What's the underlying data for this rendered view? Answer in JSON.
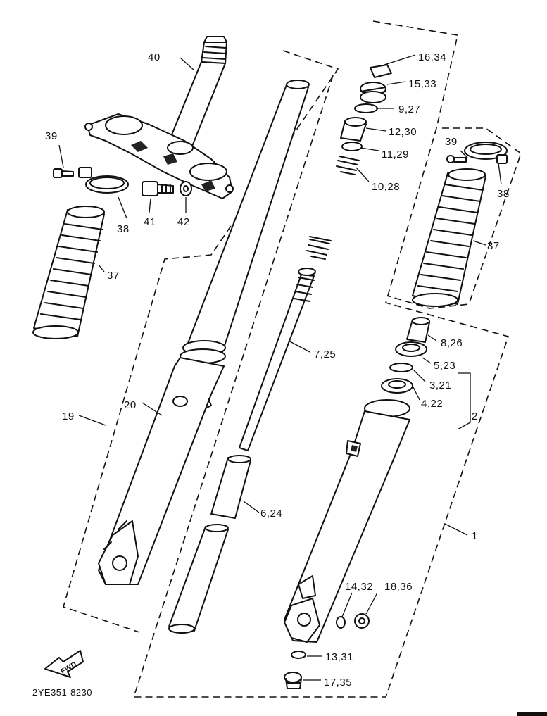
{
  "diagram_code": "2YE351-8230",
  "fwd_label": "FWD",
  "callouts": {
    "c40": "40",
    "c39_left": "39",
    "c41": "41",
    "c42": "42",
    "c38_left": "38",
    "c37_left": "37",
    "c19": "19",
    "c20": "20",
    "c16_34": "16,34",
    "c15_33": "15,33",
    "c9_27": "9,27",
    "c12_30": "12,30",
    "c11_29": "11,29",
    "c10_28": "10,28",
    "c39_right": "39",
    "c38_right": "38",
    "c37_right": "37",
    "c7_25": "7,25",
    "c8_26": "8,26",
    "c5_23": "5,23",
    "c3_21": "3,21",
    "c4_22": "4,22",
    "c2": "2",
    "c6_24": "6,24",
    "c1": "1",
    "c14_32": "14,32",
    "c18_36": "18,36",
    "c13_31": "13,31",
    "c17_35": "17,35"
  }
}
